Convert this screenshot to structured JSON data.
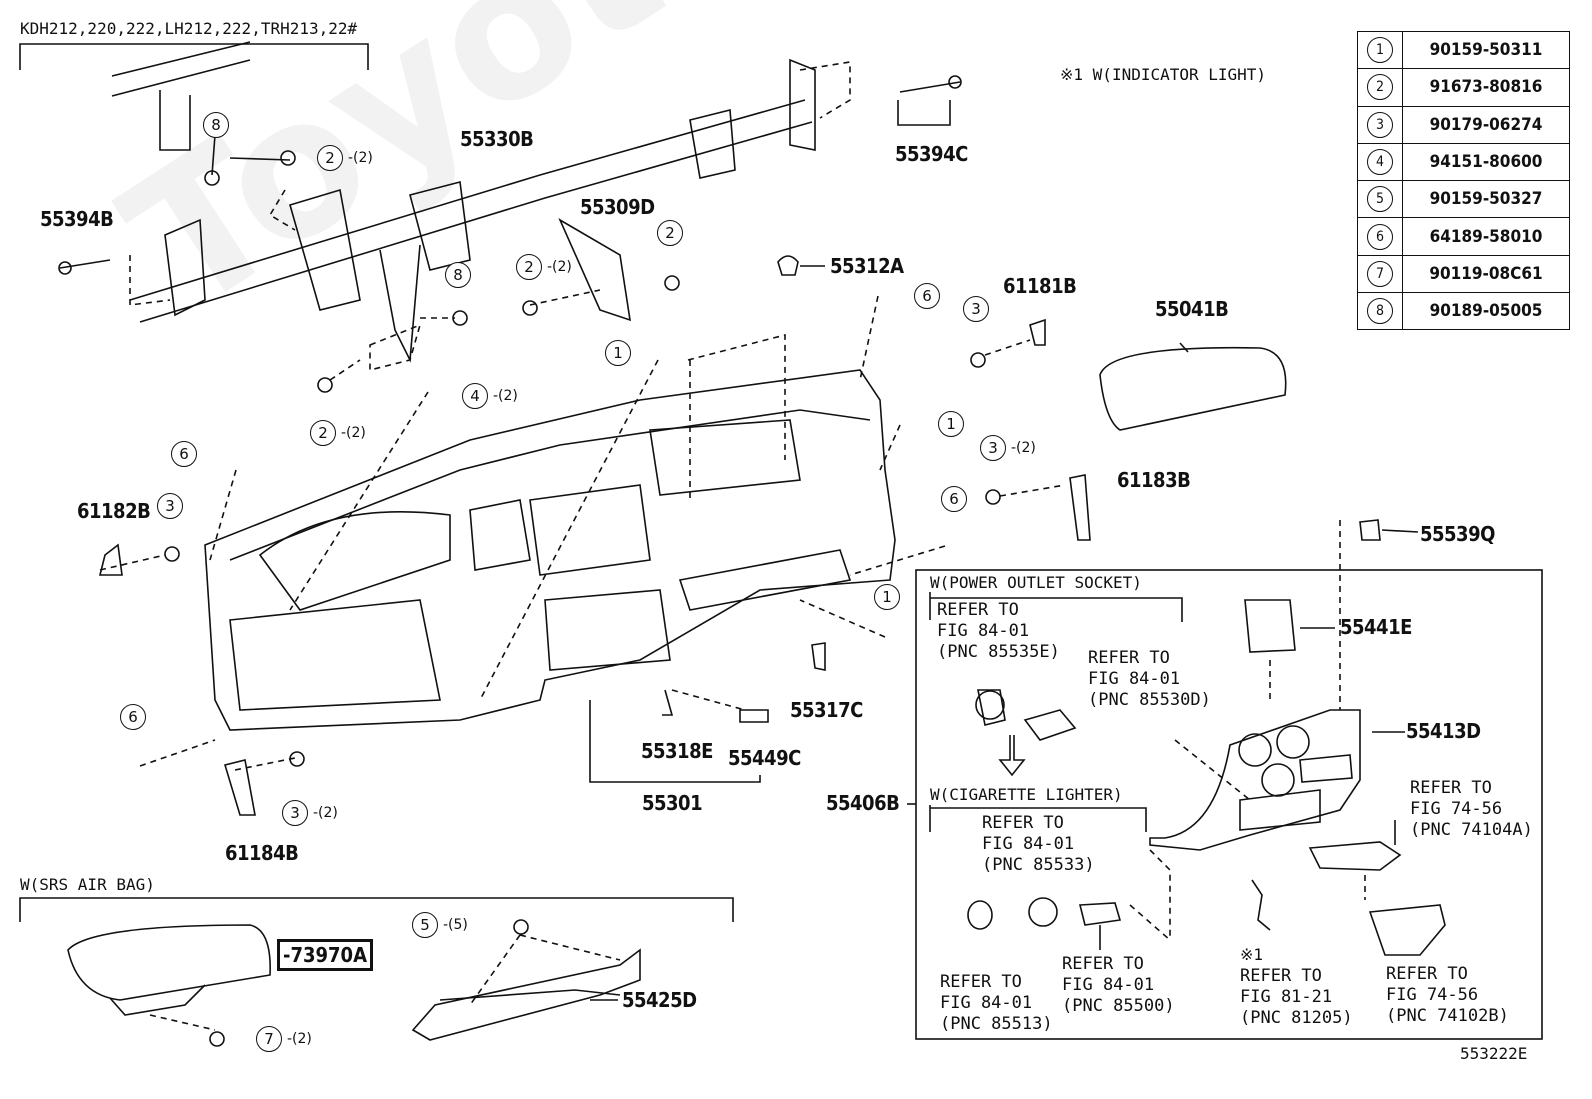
{
  "diagram": {
    "model_header": "KDH212,220,222,LH212,222,TRH213,22#",
    "note_indicator": "※1 W(INDICATOR LIGHT)",
    "watermark": "ToyotaMine.ru",
    "figure_code": "553222E",
    "parts_table": [
      {
        "num": "1",
        "part": "90159-50311"
      },
      {
        "num": "2",
        "part": "91673-80816"
      },
      {
        "num": "3",
        "part": "90179-06274"
      },
      {
        "num": "4",
        "part": "94151-80600"
      },
      {
        "num": "5",
        "part": "90159-50327"
      },
      {
        "num": "6",
        "part": "64189-58010"
      },
      {
        "num": "7",
        "part": "90119-08C61"
      },
      {
        "num": "8",
        "part": "90189-05005"
      }
    ],
    "labels": {
      "p55330B": "55330B",
      "p55394C": "55394C",
      "p55394B": "55394B",
      "p55309D": "55309D",
      "p55312A": "55312A",
      "p61181B": "61181B",
      "p55041B": "55041B",
      "p61183B": "61183B",
      "p61182B": "61182B",
      "p55539Q": "55539Q",
      "p55441E": "55441E",
      "p55413D": "55413D",
      "p55317C": "55317C",
      "p55318E": "55318E",
      "p55449C": "55449C",
      "p55301": "55301",
      "p55406B": "55406B",
      "p61184B": "61184B",
      "p73970A": "-73970A",
      "p55425D": "55425D"
    },
    "badges": {
      "b8a": "8",
      "b2a": "2",
      "b2b": "2",
      "b2c": "2",
      "b2d": "2",
      "b8b": "8",
      "b1a": "1",
      "b4": "4",
      "b6a": "6",
      "b6b": "6",
      "b3a": "3",
      "b1b": "1",
      "b3b": "3",
      "b6c": "6",
      "b1c": "1",
      "b6d": "6",
      "b3c": "3",
      "b3d": "3",
      "b5": "5",
      "b7": "7"
    },
    "qty": {
      "q2a": "-(2)",
      "q2b": "-(2)",
      "q2c": "-(2)",
      "q4": "-(2)",
      "q3b": "-(2)",
      "q3c": "-(2)",
      "q5": "-(5)",
      "q7": "-(2)"
    },
    "sections": {
      "power_outlet": "W(POWER OUTLET SOCKET)",
      "cigarette": "W(CIGARETTE LIGHTER)",
      "srs": "W(SRS AIR BAG)"
    },
    "refs": {
      "r1": "REFER TO\nFIG 84-01\n(PNC 85535E)",
      "r2": "REFER TO\nFIG 84-01\n(PNC 85530D)",
      "r3": "REFER TO\nFIG 84-01\n(PNC 85533)",
      "r4": "REFER TO\nFIG 84-01\n(PNC 85513)",
      "r5": "REFER TO\nFIG 84-01\n(PNC 85500)",
      "r6": "REFER TO\nFIG 81-21\n(PNC 81205)",
      "r7": "REFER TO\nFIG 74-56\n(PNC 74102B)",
      "r8": "REFER TO\nFIG 74-56\n(PNC 74104A)"
    },
    "mark_1": "※1"
  }
}
